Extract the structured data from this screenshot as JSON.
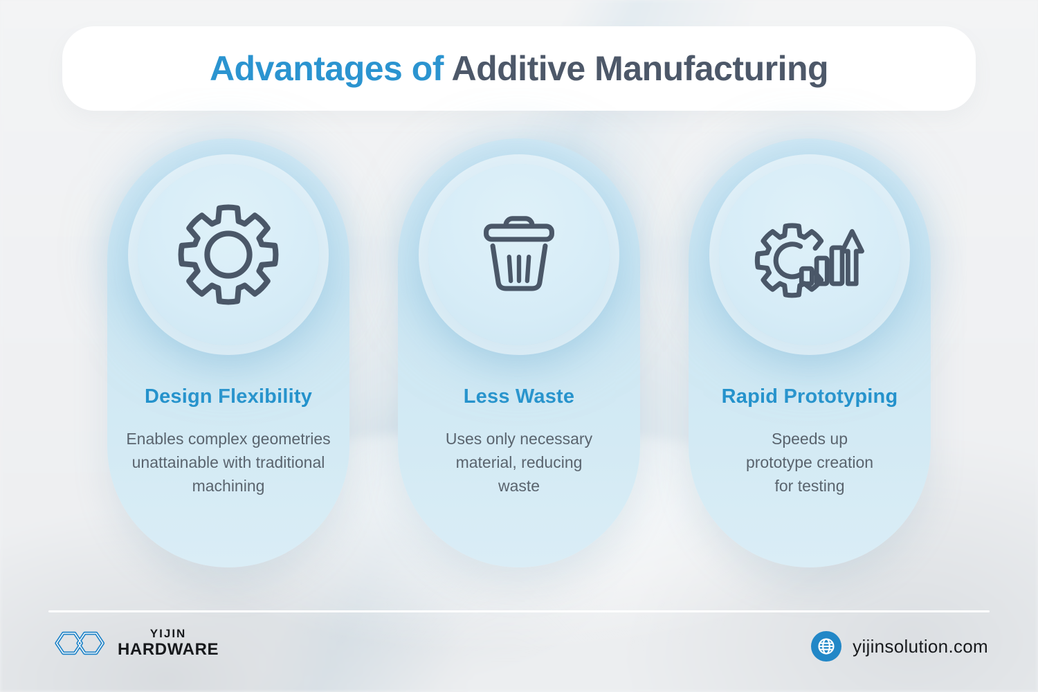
{
  "title": {
    "part1": "Advantages of ",
    "part2": "Additive Manufacturing"
  },
  "cards": [
    {
      "icon": "gear-icon",
      "heading": "Design Flexibility",
      "description": "Enables complex geometries unattainable with traditional machining"
    },
    {
      "icon": "trash-icon",
      "heading": "Less Waste",
      "description": "Uses only necessary material, reducing waste"
    },
    {
      "icon": "gear-growth-arrow-icon",
      "heading": "Rapid Prototyping",
      "description": "Speeds up prototype creation for testing"
    }
  ],
  "footer": {
    "brand_line1": "YIJIN",
    "brand_line2": "HARDWARE",
    "website": "yijinsolution.com"
  },
  "colors": {
    "accent": "#2B94D0",
    "title_dark": "#4D5869",
    "heading_blue": "#2492CC",
    "body_text": "#5A646E",
    "icon_stroke": "#4A5768",
    "card_top": "#DEEFF8",
    "card_mid": "#CEE7F3",
    "card_bot": "#DAEDF6",
    "circle_fill": "#D6ECF7",
    "page_bg": "#F1F2F3",
    "banner_bg": "#FFFFFF",
    "divider": "#FFFFFF",
    "logo_blue": "#1F83C7",
    "footer_text": "#17191C",
    "globe_bg": "#2287C7"
  }
}
